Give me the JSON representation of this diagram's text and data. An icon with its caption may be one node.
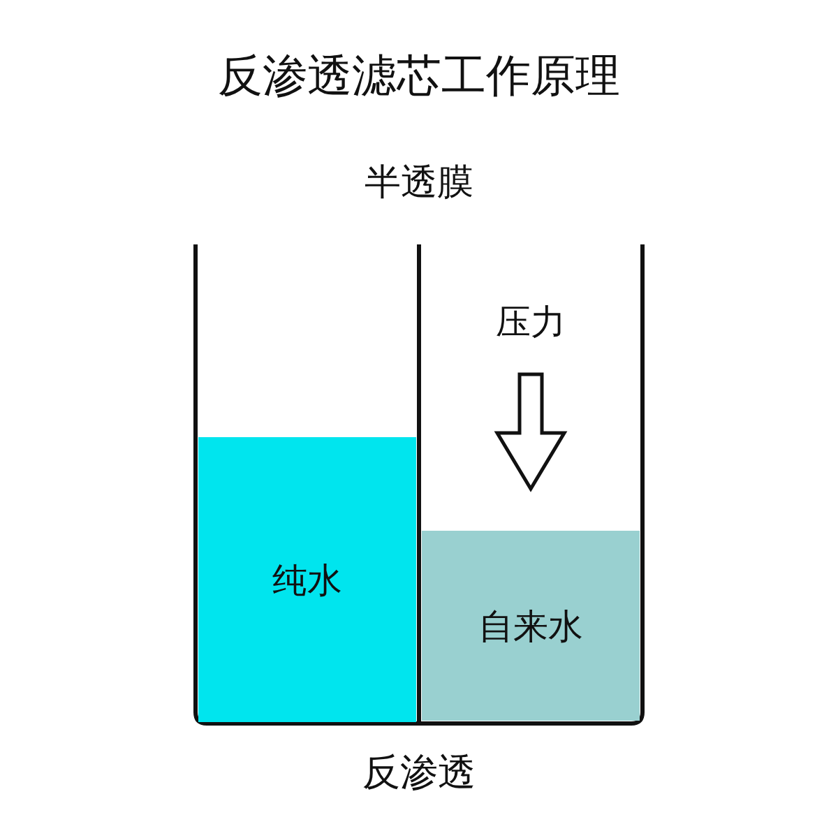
{
  "diagram": {
    "title": "反渗透滤芯工作原理",
    "nodes": [
      {
        "text": [
          "纯水"
        ]
      },
      {
        "text": [
          "自来水"
        ]
      }
    ],
    "labels": [
      "半透膜",
      "压力",
      "反渗透"
    ]
  }
}
